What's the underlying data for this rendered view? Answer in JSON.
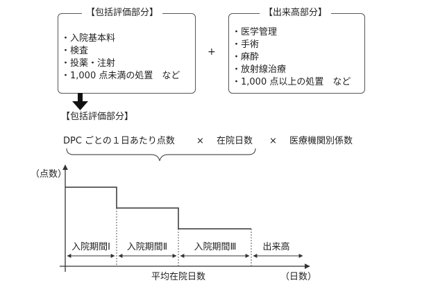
{
  "bundled_box": {
    "title": "【包括評価部分】",
    "items": [
      "・入院基本料",
      "・検査",
      "・投薬・注射",
      "・1,000 点未満の処置　など"
    ]
  },
  "plus_sign": "+",
  "fee_box": {
    "title": "【出来高部分】",
    "items": [
      "・医学管理",
      "・手術",
      "・麻酔",
      "・放射線治療",
      "・1,000 点以上の処置　など"
    ]
  },
  "bundled_heading": "【包括評価部分】",
  "formula": {
    "term1": "DPC ごとの１日あたり点数",
    "op1": "×",
    "term2": "在院日数",
    "op2": "×",
    "term3": "医療機関別係数"
  },
  "graph": {
    "y_label": "（点数）",
    "x_label": "平均在院日数",
    "x_unit": "（日数）",
    "periods": [
      "入院期間Ⅰ",
      "入院期間Ⅱ",
      "入院期間Ⅲ",
      "出来高"
    ]
  }
}
